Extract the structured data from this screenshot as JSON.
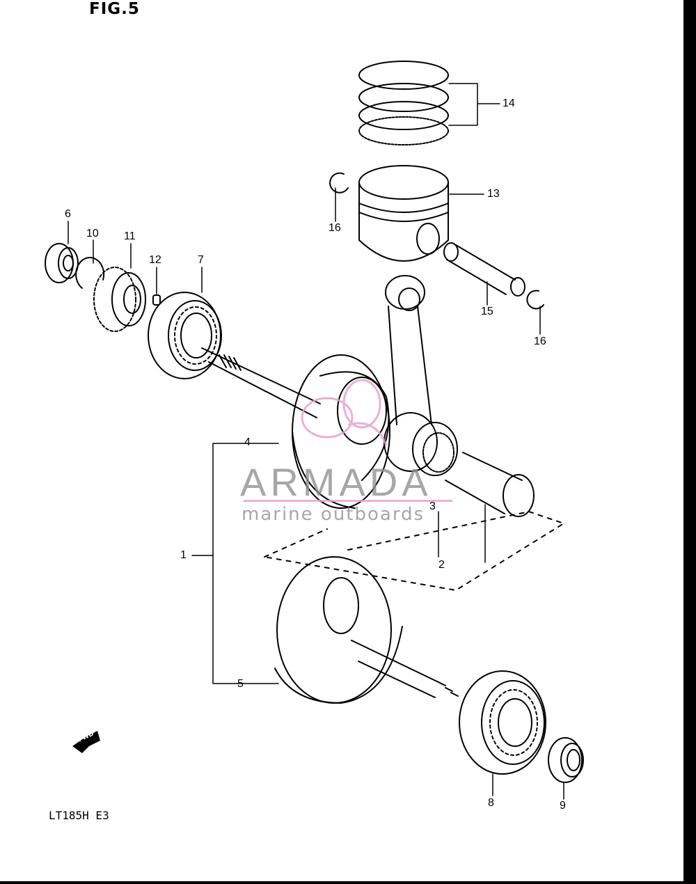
{
  "figure": {
    "title": "FIG.5",
    "model": "LT185H  E3"
  },
  "watermark": {
    "brand": "ARMADA",
    "tagline": "marine outboards",
    "accent_color": "#e7a3cc",
    "text_color": "#8f8f8f"
  },
  "fwd_badge": {
    "label": "FWD"
  },
  "callouts": {
    "c1": "1",
    "c2": "2",
    "c3": "3",
    "c4": "4",
    "c5": "5",
    "c6": "6",
    "c7": "7",
    "c8": "8",
    "c9": "9",
    "c10": "10",
    "c11": "11",
    "c12": "12",
    "c13": "13",
    "c14": "14",
    "c15": "15",
    "c16a": "16",
    "c16b": "16"
  }
}
